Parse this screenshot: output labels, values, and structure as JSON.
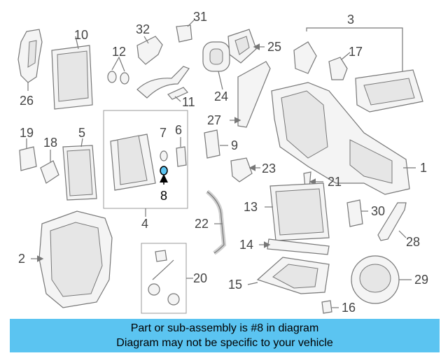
{
  "callouts": [
    "1",
    "2",
    "3",
    "5",
    "6",
    "7",
    "8",
    "9",
    "10",
    "11",
    "12",
    "13",
    "14",
    "15",
    "16",
    "17",
    "18",
    "19",
    "20",
    "21",
    "22",
    "23",
    "24",
    "25",
    "26",
    "27",
    "28",
    "29",
    "30",
    "31",
    "32",
    "4"
  ],
  "highlighted_part": "8",
  "banner": {
    "line1": "Part or sub-assembly is #8 in diagram",
    "line2": "Diagram may not be specific to your vehicle",
    "background": "#5bc4f1"
  }
}
